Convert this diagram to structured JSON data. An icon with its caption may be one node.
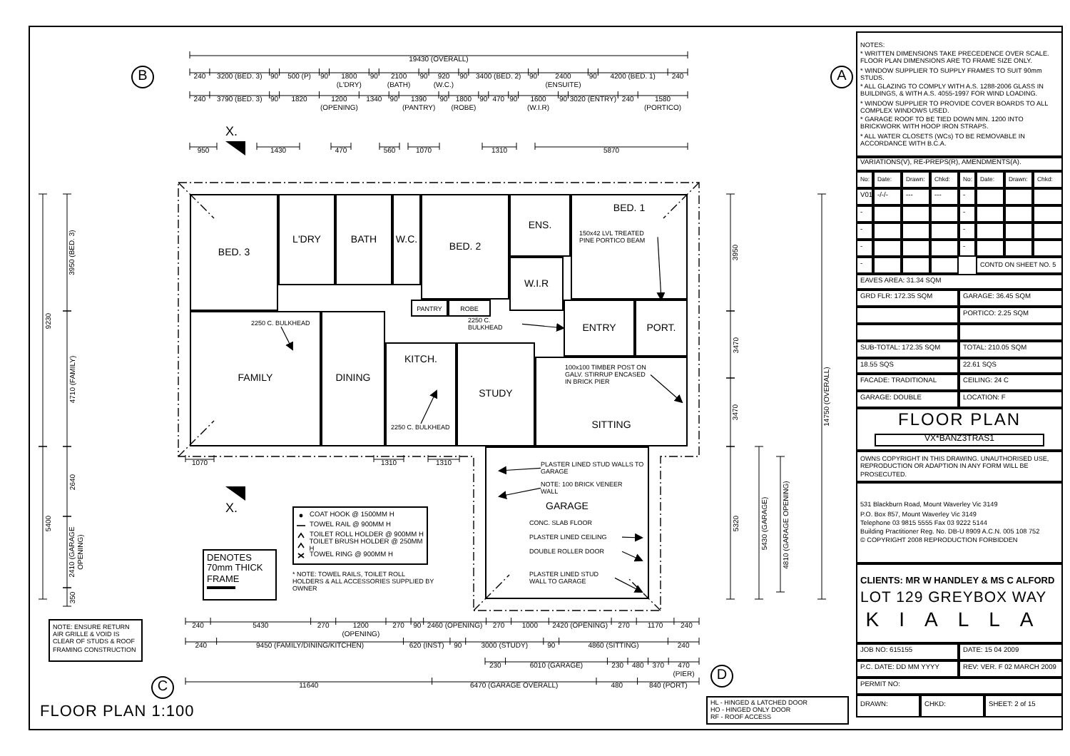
{
  "diagram": {
    "title": "FLOOR PLAN 1:100",
    "nodes": [
      {
        "text": [
          "BED. 3"
        ]
      },
      {
        "text": [
          "L'DRY"
        ]
      },
      {
        "text": [
          "BATH"
        ]
      },
      {
        "text": [
          "W.C."
        ]
      },
      {
        "text": [
          "BED. 2"
        ]
      },
      {
        "text": [
          "ENS."
        ]
      },
      {
        "text": [
          "W.I.R"
        ]
      },
      {
        "text": [
          "BED. 1"
        ]
      },
      {
        "text": [
          "ENTRY"
        ]
      },
      {
        "text": [
          "PORT."
        ]
      },
      {
        "text": [
          "FAMILY"
        ]
      },
      {
        "text": [
          "DINING"
        ]
      },
      {
        "text": [
          "KITCH."
        ]
      },
      {
        "text": [
          "STUDY"
        ]
      },
      {
        "text": [
          "SITTING"
        ]
      },
      {
        "text": [
          "GARAGE"
        ]
      },
      {
        "text": [
          "PANTRY"
        ]
      },
      {
        "text": [
          "ROBE"
        ]
      },
      {
        "text": [
          "DENOTES 70mm THICK FRAME"
        ]
      },
      {
        "text": [
          "NOTE: ENSURE RETURN AIR GRILLE & VOID IS CLEAR OF STUDS & ROOF FRAMING CONSTRUCTION"
        ]
      },
      {
        "text": [
          "150x42 LVL TREATED PINE PORTICO BEAM"
        ],
        "in": 7
      },
      {
        "text": [
          "100x100 TIMBER POST ON GALV. STIRRUP ENCASED IN BRICK PIER"
        ],
        "in": 14
      },
      {
        "text": [
          "2250 C. BULKHEAD"
        ],
        "in": 10
      },
      {
        "text": [
          "2250 C. BULKHEAD"
        ]
      },
      {
        "text": [
          "2250 C. BULKHEAD"
        ],
        "in": 12
      },
      {
        "text": [
          "PLASTER LINED STUD WALLS TO GARAGE"
        ],
        "in": 15
      },
      {
        "text": [
          "NOTE: 100 BRICK VENEER WALL"
        ],
        "in": 15
      },
      {
        "text": [
          "CONC. SLAB FLOOR"
        ],
        "in": 15
      },
      {
        "text": [
          "PLASTER LINED CEILING"
        ],
        "in": 15
      },
      {
        "text": [
          "DOUBLE ROLLER DOOR"
        ],
        "in": 15
      },
      {
        "text": [
          "PLASTER LINED STUD WALL TO GARAGE"
        ],
        "in": 15
      }
    ],
    "edges": [
      {
        "from": 20,
        "to": 9,
        "arrow": "to"
      },
      {
        "from": 21,
        "to": null,
        "arrow": "to"
      },
      {
        "from": 22,
        "to": null,
        "arrow": "to"
      },
      {
        "from": 23,
        "to": 8,
        "arrow": "to"
      },
      {
        "from": 24,
        "to": null,
        "arrow": "to"
      },
      {
        "from": 25,
        "to": null,
        "arrow": "to"
      },
      {
        "from": 26,
        "to": null,
        "arrow": "to"
      },
      {
        "from": 28,
        "to": null,
        "arrow": "to"
      },
      {
        "from": 29,
        "to": null,
        "arrow": "to"
      },
      {
        "from": 30,
        "to": null,
        "arrow": "to"
      }
    ],
    "labels": [
      "B",
      "A",
      "19430 (OVERALL)",
      "240",
      "3200 (BED. 3)",
      "90",
      "500 (P)",
      "90",
      "1800 (L'DRY)",
      "90",
      "2100 (BATH)",
      "90",
      "920 (W.C.)",
      "90",
      "3400 (BED. 2)",
      "90",
      "2400 (ENSUITE)",
      "90",
      "4200 (BED. 1)",
      "240",
      "240",
      "3790 (BED. 3)",
      "90",
      "1820",
      "1200 (OPENING)",
      "1340",
      "90",
      "1390 (PANTRY)",
      "90",
      "1800 (ROBE)",
      "90",
      "470",
      "90",
      "1600 (W.I.R)",
      "90",
      "3020 (ENTRY)",
      "240",
      "1580 (PORTICO)",
      "X.",
      "950",
      "1430",
      "470",
      "560",
      "1070",
      "1310",
      "5870",
      "9230",
      "3950 (BED. 3)",
      "4710 (FAMILY)",
      "5400",
      "2640",
      "2410 (GARAGE OPENING)",
      "350",
      "3950",
      "3470",
      "3470",
      "14750 (OVERALL)",
      "5430 (GARAGE)",
      "4810 (GARAGE OPENING)",
      "5320",
      "1070",
      "1310",
      "1310",
      "X.",
      "240",
      "5430",
      "270",
      "1200 (OPENING)",
      "270",
      "90",
      "2460 (OPENING)",
      "270",
      "1000",
      "2420 (OPENING)",
      "270",
      "1170",
      "240",
      "240",
      "9450 (FAMILY/DINING/KITCHEN)",
      "620 (INST)",
      "90",
      "3000 (STUDY)",
      "90",
      "4860 (SITTING)",
      "240",
      "230",
      "6010 (GARAGE)",
      "230",
      "480",
      "370",
      "470 (PIER)",
      "11640",
      "6470 (GARAGE OVERALL)",
      "480",
      "840 (PORT)",
      "C",
      "D",
      "HL - HINGED & LATCHED DOOR",
      "HO - HINGED ONLY DOOR",
      "RF - ROOF ACCESS",
      "* NOTE: TOWEL RAILS, TOILET ROLL HOLDERS & ALL ACCESSORIES SUPPLIED BY OWNER",
      "NOTES:",
      "* WRITTEN DIMENSIONS TAKE PRECEDENCE OVER SCALE. FLOOR PLAN DIMENSIONS ARE TO FRAME SIZE ONLY.",
      "* WINDOW SUPPLIER TO SUPPLY FRAMES TO SUIT 90mm STUDS.",
      "* ALL GLAZING TO COMPLY WITH A.S. 1288-2006 GLASS IN BUILDINGS, & WITH A.S. 4055-1997 FOR WIND LOADING.",
      "* WINDOW SUPPLIER TO PROVIDE COVER BOARDS TO ALL COMPLEX WINDOWS USED.",
      "* GARAGE ROOF TO BE TIED DOWN MIN. 1200 INTO BRICKWORK WITH HOOP IRON STRAPS.",
      "* ALL WATER CLOSETS (WCs) TO BE REMOVABLE IN ACCORDANCE WITH B.C.A.",
      "VARIATIONS(V), RE-PREPS(R), AMENDMENTS(A).",
      "No:",
      "Date:",
      "Drawn:",
      "Chkd:",
      "No:",
      "Date:",
      "Drawn:",
      "Chkd:",
      "V01",
      "-/-/-",
      "---",
      "---",
      "-",
      "-",
      "-",
      "-",
      "-",
      "-",
      "-",
      "-",
      "CONTD ON SHEET NO. 5",
      "EAVES AREA: 31.34 SQM",
      "GRD FLR: 172.35 SQM",
      "GARAGE: 36.45 SQM",
      "PORTICO: 2.25 SQM",
      "SUB-TOTAL: 172.35 SQM",
      "TOTAL: 210.05 SQM",
      "18.55 SQS",
      "22.61 SQS",
      "FACADE: TRADITIONAL",
      "CEILING: 24 C",
      "GARAGE: DOUBLE",
      "LOCATION: F",
      "FLOOR PLAN",
      "VX*BANZ3TRAS1",
      "OWNS COPYRIGHT IN THIS DRAWING. UNAUTHORISED USE, REPRODUCTION OR ADAPTION IN ANY FORM WILL BE PROSECUTED.",
      "531 Blackburn Road, Mount Waverley Vic 3149",
      "P.O. Box 857, Mount Waverley Vic 3149",
      "Telephone 03 9815 5555 Fax 03 9222 5144",
      "Building Practitioner Reg. No. DB-U 8909 A.C.N. 005 108 752",
      "© COPYRIGHT 2008 REPRODUCTION FORBIDDEN",
      "CLIENTS: MR W HANDLEY & MS C ALFORD",
      "LOT 129 GREYBOX WAY",
      "KIALLA",
      "JOB NO: 615155",
      "DATE: 15 04 2009",
      "P.C. DATE: DD MM YYYY",
      "REV: VER. F 02 MARCH 2009",
      "PERMIT NO:",
      "DRAWN:",
      "CHKD:",
      "SHEET: 2 of 15"
    ],
    "legend": [
      {
        "text": "COAT HOOK @ 1500MM H"
      },
      {
        "text": "TOWEL RAIL @ 900MM H"
      },
      {
        "text": "TOILET ROLL HOLDER @ 900MM H"
      },
      {
        "text": "TOILET BRUSH HOLDER @ 250MM H"
      },
      {
        "text": "TOWEL RING @ 900MM H"
      }
    ]
  }
}
